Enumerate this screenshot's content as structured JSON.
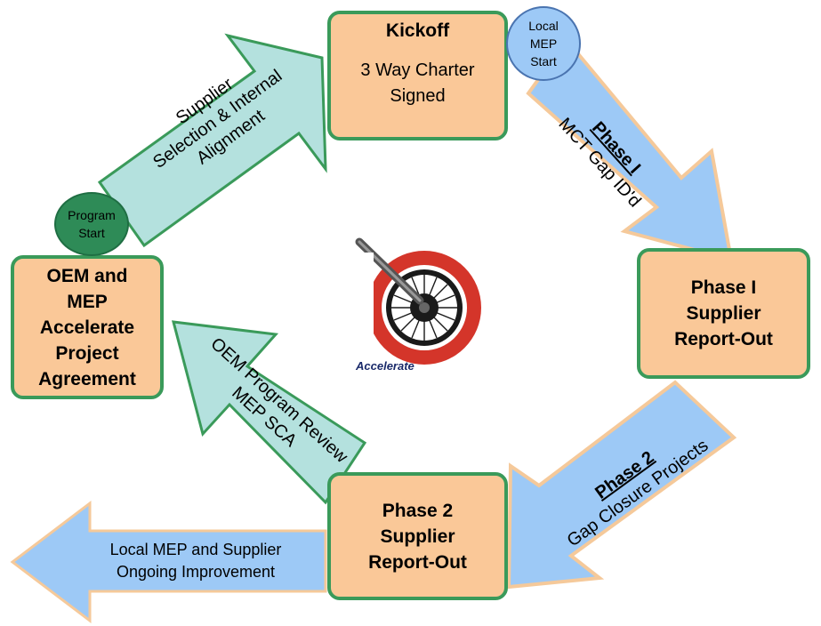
{
  "boxes": {
    "kickoff": {
      "title": "Kickoff",
      "body": "3 Way Charter\nSigned"
    },
    "phase1_report": {
      "label": "Phase I\nSupplier\nReport-Out"
    },
    "phase2_report": {
      "label": "Phase 2\nSupplier\nReport-Out"
    },
    "agreement": {
      "label": "OEM and\nMEP\nAccelerate\nProject\nAgreement"
    }
  },
  "circles": {
    "program_start": "Program\nStart",
    "local_mep_start": "Local\nMEP\nStart"
  },
  "arrows": {
    "supplier_selection": {
      "line1": "Supplier",
      "line2": "Selection & Internal",
      "line3": "Alignment"
    },
    "phase1": {
      "heading": "Phase I",
      "text": "MCT Gap ID'd"
    },
    "phase2": {
      "heading": "Phase 2",
      "text": "Gap Closure Projects"
    },
    "oem_review": {
      "line1": "OEM Program Review",
      "line2": "MEP SCA"
    },
    "ongoing": {
      "line1": "Local MEP and Supplier",
      "line2": "Ongoing Improvement"
    }
  },
  "logo": {
    "text": "Accelerate"
  },
  "colors": {
    "box_fill": "#fac898",
    "box_border": "#3a9a5a",
    "teal_arrow": "#b4e1de",
    "blue_arrow": "#9dc9f6",
    "arrow_outline": "#f5c99a",
    "program_start_circle": "#2e8b57",
    "local_mep_circle": "#9dc9f6"
  }
}
